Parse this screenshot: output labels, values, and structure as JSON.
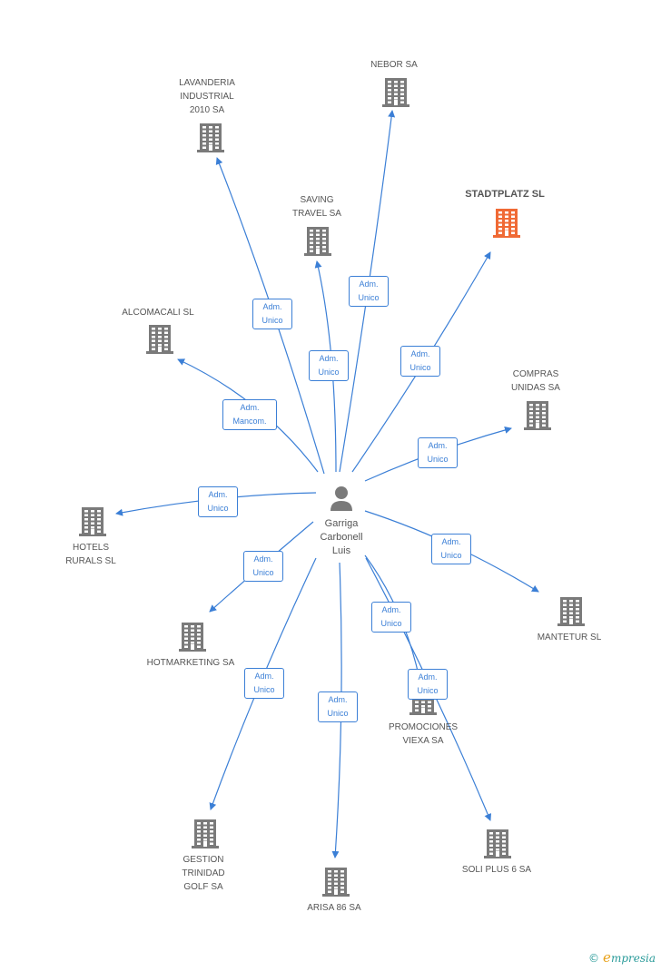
{
  "center": {
    "name": "Garriga\nCarbonell\nLuis"
  },
  "colors": {
    "edge": "#3b7fd6",
    "building": "#7a7a7a",
    "highlight": "#f06a35",
    "person": "#7a7a7a"
  },
  "companies": [
    {
      "id": "lavanderia",
      "label": "LAVANDERIA\nINDUSTRIAL\n2010 SA",
      "role": "Adm.\nUnico",
      "highlight": false
    },
    {
      "id": "nebor",
      "label": "NEBOR SA",
      "role": "Adm.\nUnico",
      "highlight": false
    },
    {
      "id": "saving",
      "label": "SAVING\nTRAVEL SA",
      "role": "Adm.\nUnico",
      "highlight": false
    },
    {
      "id": "stadtplatz",
      "label": "STADTPLATZ SL",
      "role": "Adm.\nUnico",
      "highlight": true
    },
    {
      "id": "alcomacali",
      "label": "ALCOMACALI SL",
      "role": "Adm.\nMancom.",
      "highlight": false
    },
    {
      "id": "compras",
      "label": "COMPRAS\nUNIDAS SA",
      "role": "Adm.\nUnico",
      "highlight": false
    },
    {
      "id": "hotels",
      "label": "HOTELS\nRURALS SL",
      "role": "Adm.\nUnico",
      "highlight": false
    },
    {
      "id": "mantetur",
      "label": "MANTETUR SL",
      "role": "Adm.\nUnico",
      "highlight": false
    },
    {
      "id": "hotmarketing",
      "label": "HOTMARKETING SA",
      "role": "Adm.\nUnico",
      "highlight": false
    },
    {
      "id": "promociones",
      "label": "PROMOCIONES\nVIEXA SA",
      "role": "Adm.\nUnico",
      "highlight": false
    },
    {
      "id": "gestion",
      "label": "GESTION\nTRINIDAD\nGOLF SA",
      "role": "Adm.\nUnico",
      "highlight": false
    },
    {
      "id": "arisa",
      "label": "ARISA 86 SA",
      "role": "Adm.\nUnico",
      "highlight": false
    },
    {
      "id": "soli",
      "label": "SOLI PLUS 6 SA",
      "role": "Adm.\nUnico",
      "highlight": false
    }
  ],
  "footer": {
    "copyright": "©",
    "brand_initial": "e",
    "brand_rest": "mpresia"
  }
}
